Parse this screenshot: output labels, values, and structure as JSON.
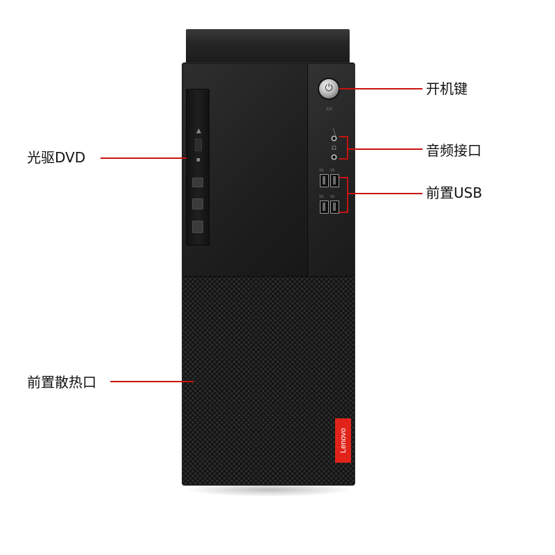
{
  "labels": {
    "power": "开机键",
    "audio": "音频接口",
    "usb": "前置USB",
    "dvd": "光驱DVD",
    "vent": "前置散热口"
  },
  "brand": "Lenovo",
  "usb_tag": "SS",
  "colors": {
    "callout_line": "#c71212",
    "chassis": "#1a1a1a",
    "badge": "#e2231a"
  },
  "icons": {
    "power": "power-icon",
    "eject": "eject-icon",
    "dvd_logo": "dvd-logo-icon",
    "headphone": "headphone-icon",
    "mic": "microphone-icon",
    "hdd": "hdd-activity-icon"
  }
}
